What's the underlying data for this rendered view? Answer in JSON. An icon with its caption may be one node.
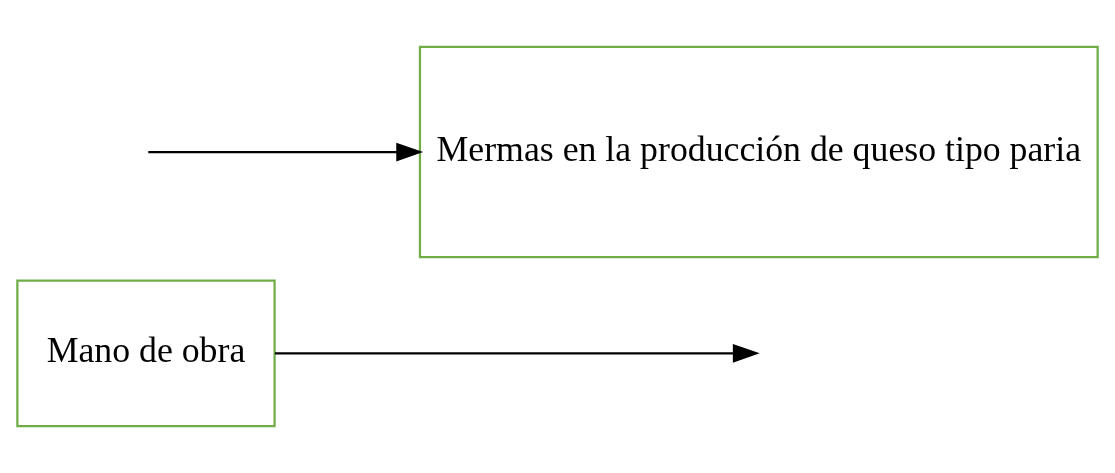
{
  "diagram": {
    "nodes": [
      {
        "text": [
          "Mano de obra"
        ]
      },
      {
        "text": [
          "Mermas en la producción de queso tipo paria"
        ]
      }
    ],
    "edges": [
      {
        "from": null,
        "to": 1,
        "arrow": "to"
      },
      {
        "from": 0,
        "to": null,
        "arrow": "to"
      }
    ]
  }
}
